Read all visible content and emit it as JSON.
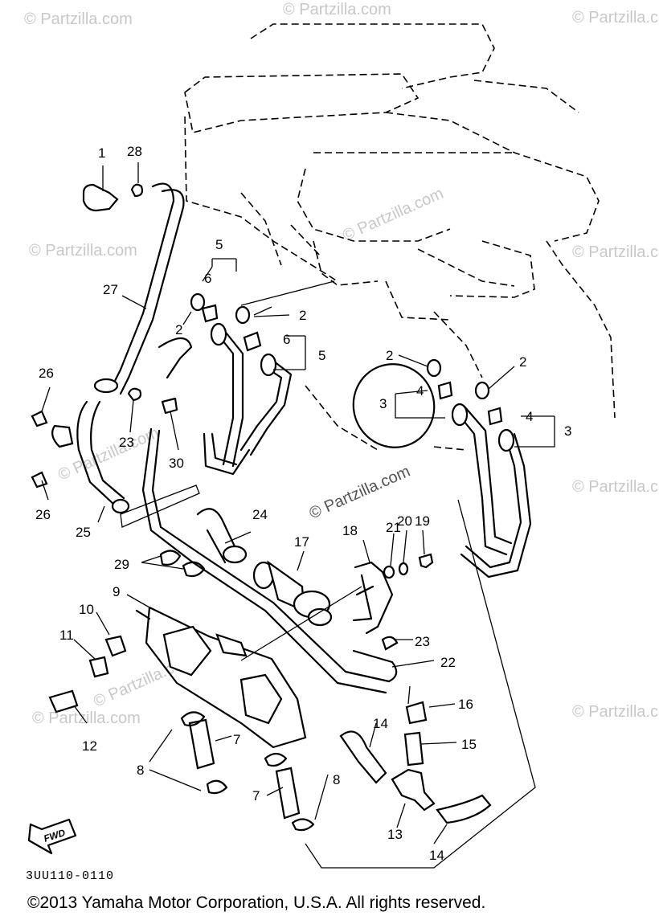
{
  "watermark": "© Partzilla.com",
  "diagram_code": "3UU110-0110",
  "copyright": "©2013 Yamaha Motor Corporation, U.S.A. All rights reserved.",
  "fwd_label": "FWD",
  "callouts": {
    "c1": "1",
    "c28": "28",
    "c27": "27",
    "c26a": "26",
    "c26b": "26",
    "c25": "25",
    "c23a": "23",
    "c30": "30",
    "c5a": "5",
    "c6a": "6",
    "c2a": "2",
    "c2b": "2",
    "c6b": "6",
    "c5b": "5",
    "c2c": "2",
    "c2d": "2",
    "c4a": "4",
    "c3a": "3",
    "c4b": "4",
    "c3b": "3",
    "c24": "24",
    "c29": "29",
    "c17": "17",
    "c18": "18",
    "c21": "21",
    "c20": "20",
    "c19": "19",
    "c9": "9",
    "c10": "10",
    "c11": "11",
    "c23b": "23",
    "c22": "22",
    "c12": "12",
    "c16": "16",
    "c14a": "14",
    "c15": "15",
    "c7a": "7",
    "c8a": "8",
    "c8b": "8",
    "c7b": "7",
    "c13": "13",
    "c14b": "14"
  }
}
